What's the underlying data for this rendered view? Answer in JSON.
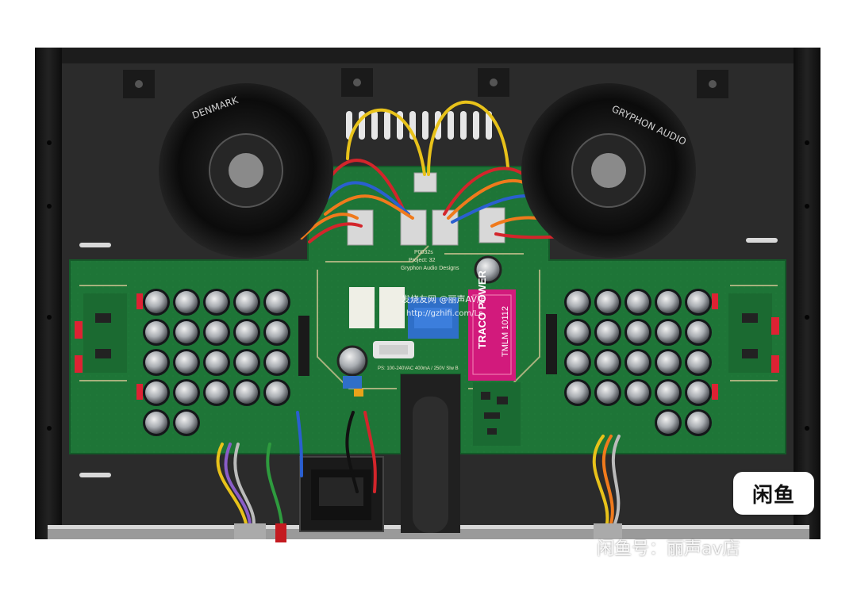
{
  "photo": {
    "subject": "Gryphon Audio Designs power supply chassis, top view",
    "colors": {
      "chassis": "#2a2a2a",
      "frame": "#151515",
      "pcb": "#1f7a3a",
      "pcb_trace": "#c9c08f",
      "transformer": "#0e0e0e",
      "capacitor": "#6f7378",
      "wire_yellow": "#e8c21a",
      "wire_red": "#d3252b",
      "wire_orange": "#f07a1c",
      "wire_blue": "#2a5fd0",
      "relay_blue": "#2f6fc8",
      "traco_magenta": "#d21a7c"
    }
  },
  "board": {
    "brand_line1": "Gryphon Audio Designs",
    "brand_line2": "Project: 32",
    "brand_line3": "P0032s",
    "power_note": "PS: 100-240VAC 400mA / 250V Slw B",
    "traco_brand": "TRACO POWER",
    "traco_model": "TMLM 10112"
  },
  "transformer": {
    "label_left": "DENMARK",
    "label_right": "GRYPHON AUDIO"
  },
  "watermark": {
    "site": "发烧友网 @丽声AV店",
    "url": "http://gzhifi.com/Ls",
    "badge": "闲鱼",
    "footer": "闲鱼号：丽声av店"
  }
}
